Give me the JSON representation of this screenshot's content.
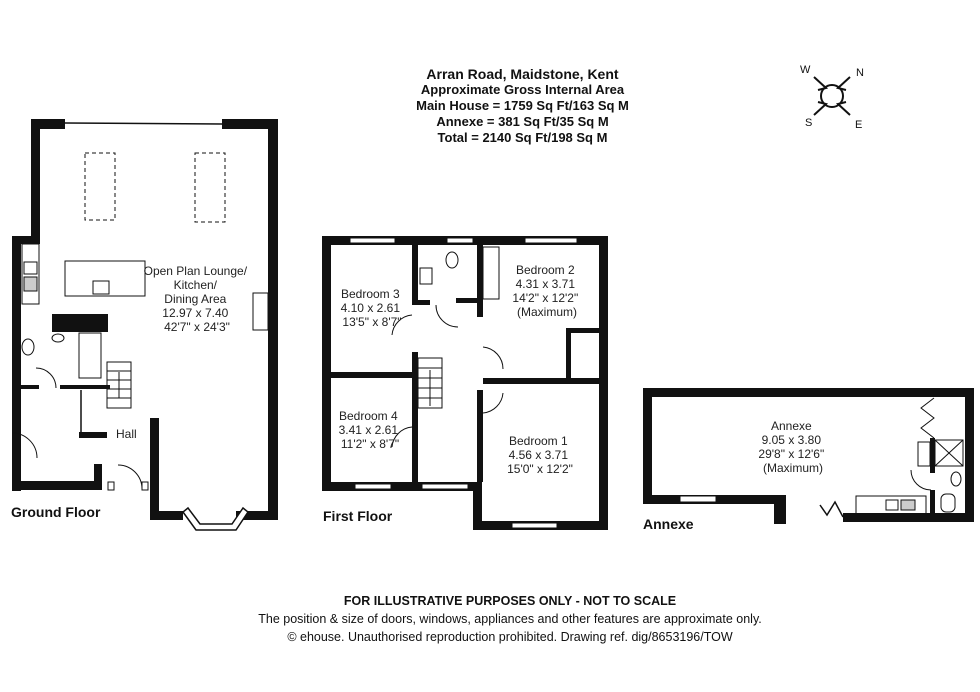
{
  "header": {
    "address": "Arran Road, Maidstone, Kent",
    "subtitle": "Approximate Gross Internal Area",
    "main_house": "Main House = 1759 Sq Ft/163 Sq M",
    "annexe": "Annexe = 381 Sq Ft/35 Sq M",
    "total": "Total = 2140 Sq Ft/198 Sq M"
  },
  "compass": {
    "n": "N",
    "e": "E",
    "s": "S",
    "w": "W"
  },
  "floors": {
    "ground": {
      "label": "Ground Floor",
      "rooms": [
        {
          "name": "Open Plan Lounge/",
          "line2": "Kitchen/",
          "line3": "Dining Area",
          "metric": "12.97 x 7.40",
          "imperial": "42'7\" x 24'3\""
        },
        {
          "name": "Hall"
        }
      ]
    },
    "first": {
      "label": "First Floor",
      "rooms": [
        {
          "name": "Bedroom 3",
          "metric": "4.10 x 2.61",
          "imperial": "13'5\" x 8'7\""
        },
        {
          "name": "Bedroom 2",
          "metric": "4.31 x 3.71",
          "imperial": "14'2\" x 12'2\"",
          "note": "(Maximum)"
        },
        {
          "name": "Bedroom 4",
          "metric": "3.41 x 2.61",
          "imperial": "11'2\" x 8'7\""
        },
        {
          "name": "Bedroom 1",
          "metric": "4.56 x 3.71",
          "imperial": "15'0\" x 12'2\""
        }
      ]
    },
    "annexe": {
      "label": "Annexe",
      "rooms": [
        {
          "name": "Annexe",
          "metric": "9.05 x 3.80",
          "imperial": "29'8\" x 12'6\"",
          "note": "(Maximum)"
        }
      ]
    }
  },
  "footer": {
    "disclaimer": "FOR ILLUSTRATIVE PURPOSES ONLY - NOT TO SCALE",
    "note": "The position & size of doors, windows, appliances and other features are approximate only.",
    "copyright": "© ehouse. Unauthorised reproduction prohibited. Drawing ref. dig/8653196/TOW"
  }
}
